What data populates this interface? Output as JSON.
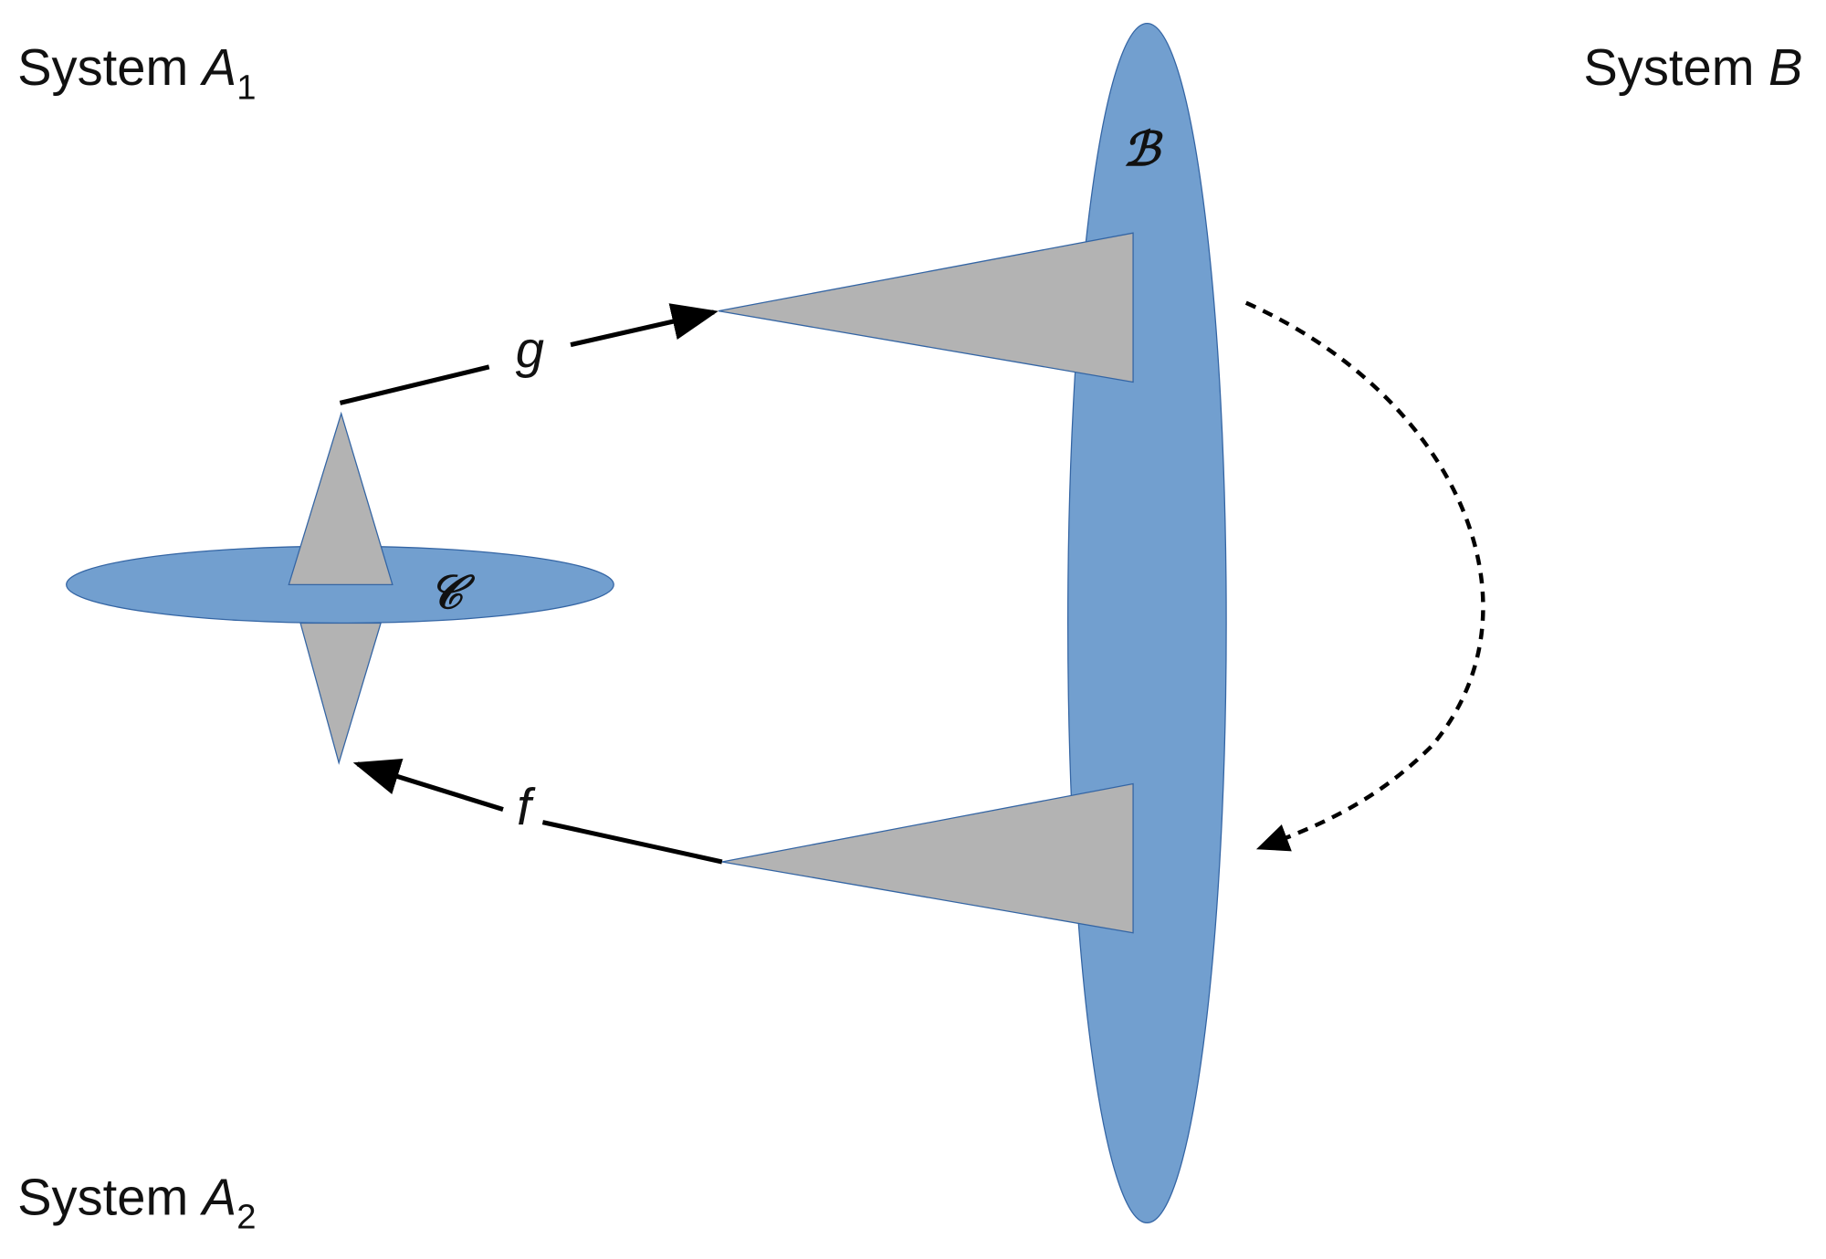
{
  "labels": {
    "system_a1": {
      "prefix": "System ",
      "var": "A",
      "sub": "1"
    },
    "system_a2": {
      "prefix": "System ",
      "var": "A",
      "sub": "2"
    },
    "system_b": {
      "prefix": "System ",
      "var": "B"
    },
    "set_b": "ℬ",
    "set_c": "𝒞",
    "map_g": "g",
    "map_f": "f"
  },
  "colors": {
    "ellipse": "#729fcf",
    "triangle": "#b3b3b3",
    "stroke": "#3465a4"
  }
}
